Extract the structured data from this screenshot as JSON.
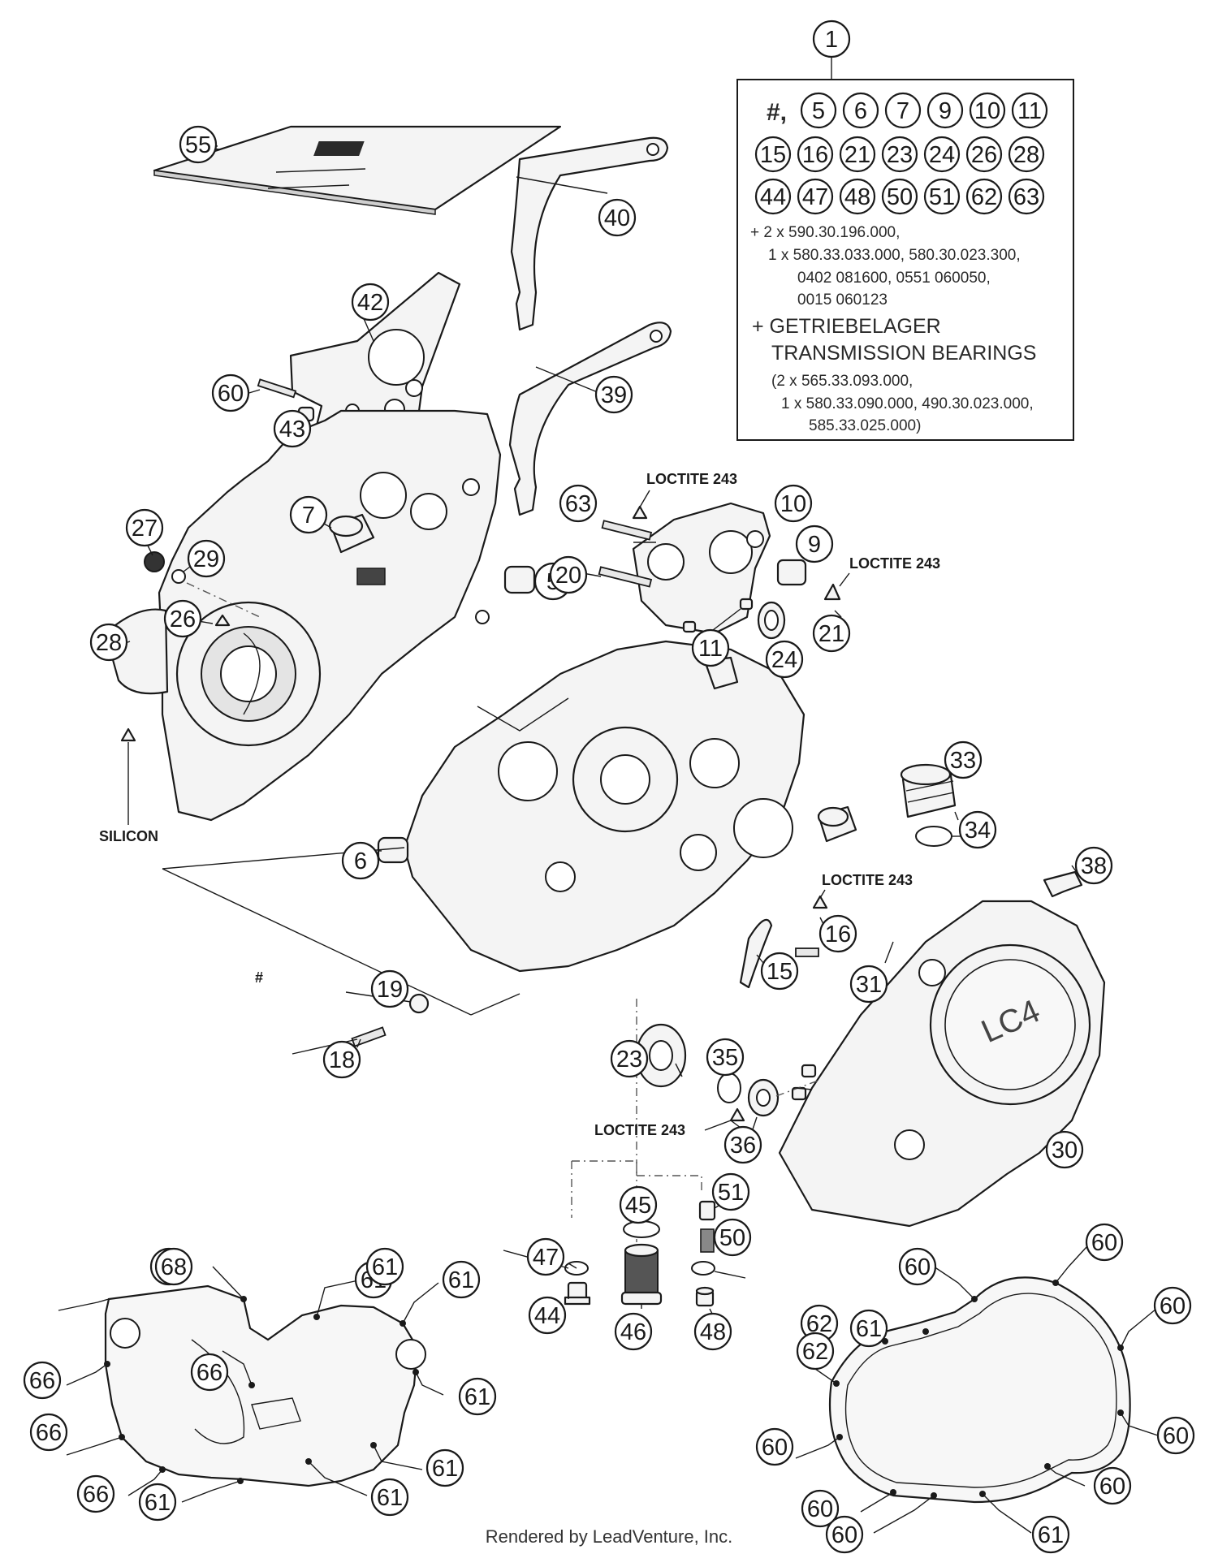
{
  "callouts": [
    "1",
    "5",
    "6",
    "7",
    "9",
    "10",
    "11",
    "15",
    "16",
    "18",
    "19",
    "20",
    "21",
    "23",
    "24",
    "26",
    "27",
    "28",
    "29",
    "30",
    "31",
    "33",
    "34",
    "35",
    "36",
    "38",
    "39",
    "40",
    "42",
    "43",
    "44",
    "45",
    "46",
    "47",
    "48",
    "50",
    "51",
    "55",
    "60",
    "61",
    "62",
    "63",
    "66",
    "68"
  ],
  "info_box": {
    "prefix": "#,",
    "row1": [
      "5",
      "6",
      "7",
      "9",
      "10",
      "11"
    ],
    "row2": [
      "15",
      "16",
      "21",
      "23",
      "24",
      "26",
      "28"
    ],
    "row3": [
      "44",
      "47",
      "48",
      "50",
      "51",
      "62",
      "63"
    ],
    "line1": "+ 2 x 590.30.196.000,",
    "line2": "1 x 580.33.033.000, 580.30.023.300,",
    "line3": "0402 081600, 0551 060050,",
    "line4": "0015 060123",
    "heading1": "+ GETRIEBELAGER",
    "heading2": "TRANSMISSION BEARINGS",
    "line5": "(2 x 565.33.093.000,",
    "line6": "1 x 580.33.090.000, 490.30.023.000,",
    "line7": "585.33.025.000)"
  },
  "notes": {
    "loctite": "LOCTITE 243",
    "silicon": "SILICON",
    "hash": "#",
    "lc4": "LC4"
  },
  "footer": "Rendered by LeadVenture, Inc."
}
